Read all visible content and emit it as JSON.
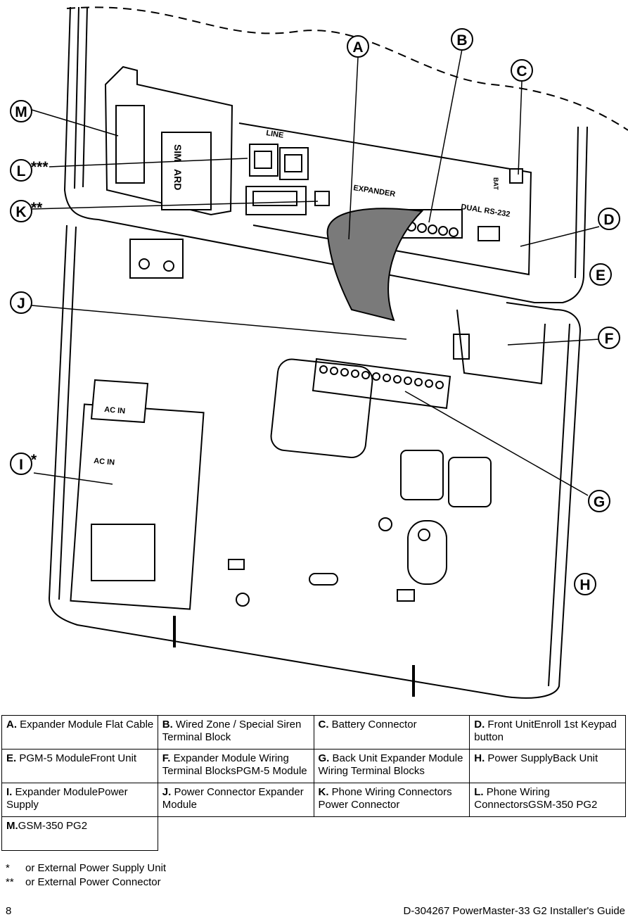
{
  "figure": {
    "callouts": [
      "A",
      "B",
      "C",
      "D",
      "E",
      "F",
      "G",
      "H",
      "I",
      "J",
      "K",
      "L",
      "M"
    ],
    "marks": {
      "I": "*",
      "K": "**",
      "L": "***"
    },
    "board_labels": {
      "line": "LINE",
      "expander": "EXPANDER",
      "dual_rs232": "DUAL  RS-232",
      "sim": "SIM",
      "card": "ARD",
      "bat": "BAT",
      "ac_in_1": "AC  IN",
      "ac_in_2": "AC  IN"
    }
  },
  "legend": [
    [
      {
        "key": "A.",
        "text": "Expander Module Flat Cable"
      },
      {
        "key": "B.",
        "text": "Wired Zone / Special Siren Terminal Block"
      },
      {
        "key": "C.",
        "text": "Battery Connector"
      },
      {
        "key": "D.",
        "text": "Front UnitEnroll 1st Keypad button"
      }
    ],
    [
      {
        "key": "E.",
        "text": "PGM-5 ModuleFront Unit"
      },
      {
        "key": "F.",
        "text": "Expander Module Wiring Terminal BlocksPGM-5 Module"
      },
      {
        "key": "G.",
        "text": "Back Unit Expander Module Wiring Terminal Blocks"
      },
      {
        "key": "H.",
        "text": "Power SupplyBack Unit"
      }
    ],
    [
      {
        "key": "I.",
        "text": "Expander ModulePower Supply"
      },
      {
        "key": "J.",
        "text": "Power Connector Expander Module"
      },
      {
        "key": "K.",
        "text": "Phone Wiring Connectors Power Connector"
      },
      {
        "key": "L.",
        "text": "Phone Wiring ConnectorsGSM-350 PG2"
      }
    ],
    [
      {
        "key": "M.",
        "text": "GSM-350 PG2"
      }
    ]
  ],
  "notes": [
    {
      "mark": "*",
      "text": "or External Power Supply Unit"
    },
    {
      "mark": "**",
      "text": "or External Power Connector"
    }
  ],
  "footer": {
    "page": "8",
    "doc": "D-304267 PowerMaster-33 G2 Installer's Guide"
  }
}
